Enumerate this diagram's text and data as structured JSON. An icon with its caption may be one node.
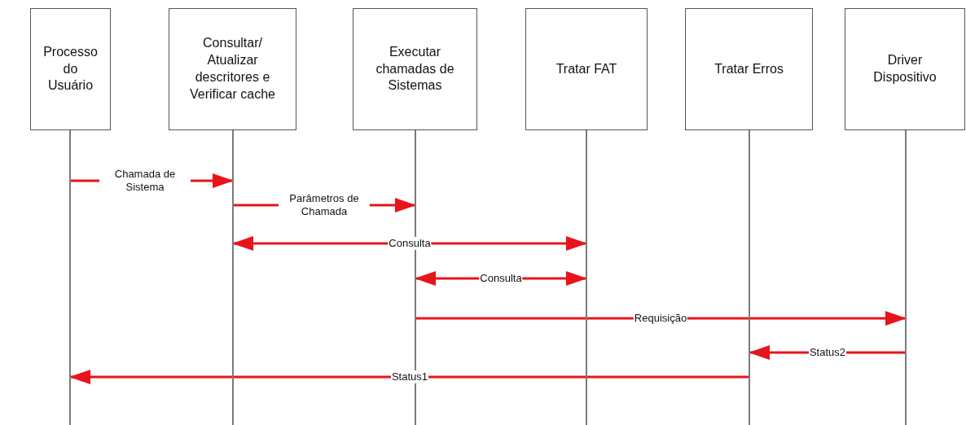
{
  "diagram": {
    "nodes": [
      {
        "text": [
          "Processo do Usuário"
        ]
      },
      {
        "text": [
          "Consultar/ Atualizar descritores e Verificar cache"
        ]
      },
      {
        "text": [
          "Executar chamadas de Sistemas"
        ]
      },
      {
        "text": [
          "Tratar FAT"
        ]
      },
      {
        "text": [
          "Tratar Erros"
        ]
      },
      {
        "text": [
          "Driver Dispositivo"
        ]
      },
      {
        "text": [],
        "shape": "bar"
      },
      {
        "text": [],
        "shape": "bar"
      },
      {
        "text": [],
        "shape": "bar"
      },
      {
        "text": [],
        "shape": "bar"
      },
      {
        "text": [],
        "shape": "bar"
      },
      {
        "text": [],
        "shape": "bar"
      }
    ],
    "edges": [
      {
        "from": 6,
        "to": 7,
        "arrow": "to",
        "label": "Chamada de Sistema"
      },
      {
        "from": 7,
        "to": 8,
        "arrow": "to",
        "label": "Parâmetros de Chamada"
      },
      {
        "from": 7,
        "to": 9,
        "arrow": "both",
        "label": "Consulta"
      },
      {
        "from": 8,
        "to": 9,
        "arrow": "both",
        "label": "Consulta"
      },
      {
        "from": 8,
        "to": 11,
        "arrow": "to",
        "label": "Requisição"
      },
      {
        "from": 11,
        "to": 10,
        "arrow": "to",
        "label": "Status2"
      },
      {
        "from": 10,
        "to": 6,
        "arrow": "to",
        "label": "Status1"
      }
    ]
  }
}
